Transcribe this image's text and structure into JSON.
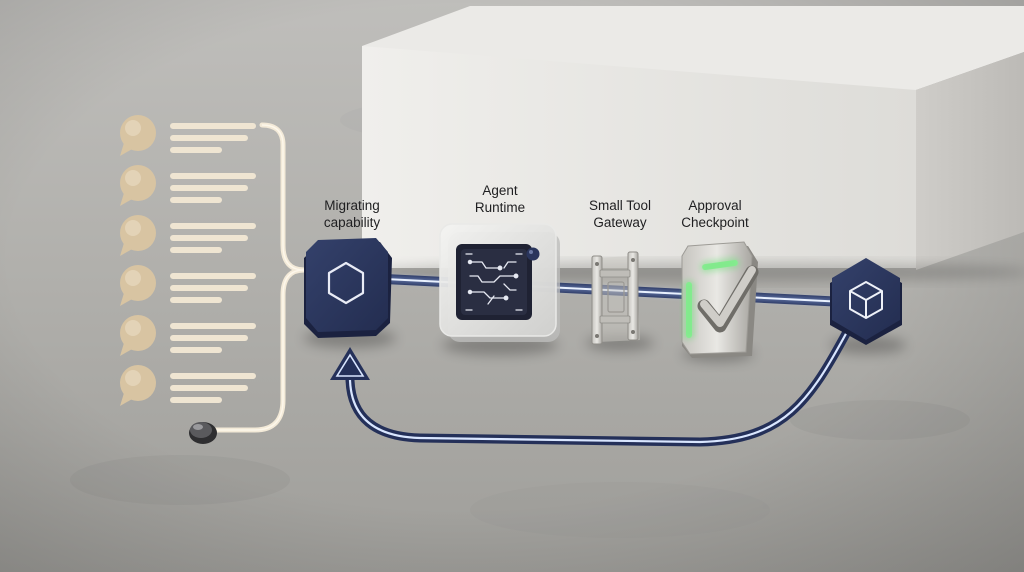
{
  "diagram": {
    "labels": {
      "migrating": {
        "line1": "Migrating",
        "line2": "capability"
      },
      "agent_runtime": {
        "line1": "Agent",
        "line2": "Runtime"
      },
      "tool_gateway": {
        "line1": "Small Tool",
        "line2": "Gateway"
      },
      "approval": {
        "line1": "Approval",
        "line2": "Checkpoint"
      }
    },
    "stack_items": [
      {
        "name": "item-1"
      },
      {
        "name": "item-2"
      },
      {
        "name": "item-3"
      },
      {
        "name": "item-4"
      },
      {
        "name": "item-5"
      },
      {
        "name": "item-6"
      }
    ],
    "icons": {
      "source": "hexagon-icon",
      "runtime": "circuit-chip-icon",
      "gateway": "gateway-clamp-icon",
      "approval": "checkmark-icon",
      "destination": "cube-icon"
    },
    "colors": {
      "navy": "#2a355c",
      "glow": "#cfe0ff",
      "cream": "#f3ead8",
      "beige": "#d9c5a4",
      "green": "#72e07c"
    }
  }
}
